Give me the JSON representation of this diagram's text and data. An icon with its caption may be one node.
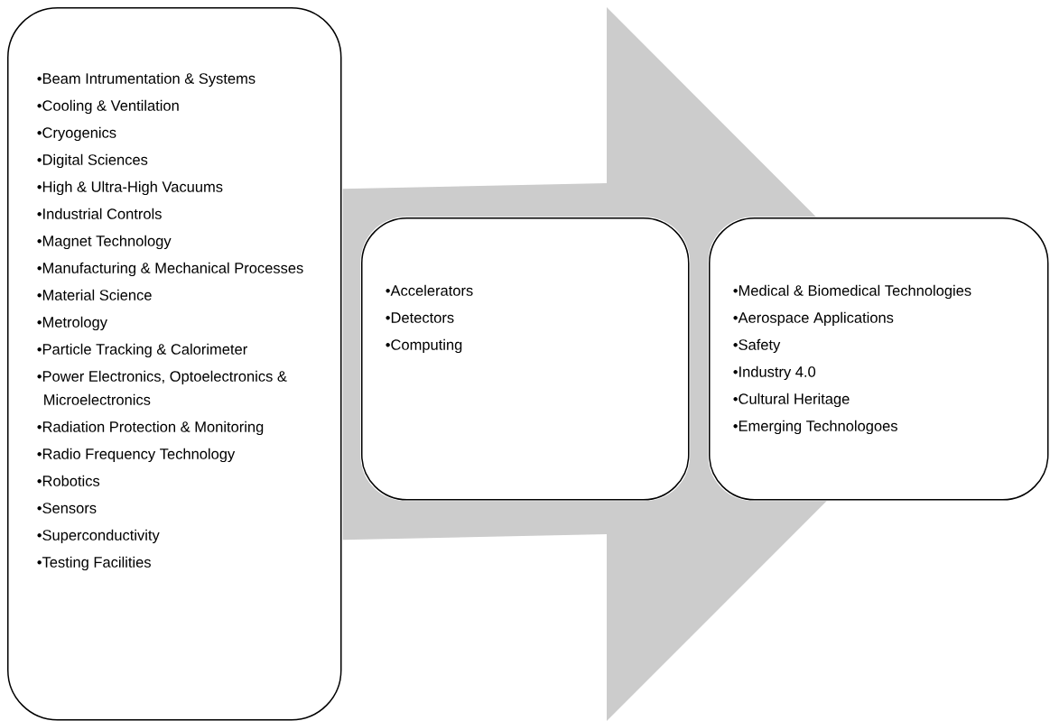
{
  "diagram": {
    "nodes": [
      {
        "text": [
          "•Beam Intrumentation & Systems",
          "•Cooling & Ventilation",
          "•Cryogenics",
          "•Digital Sciences",
          "•High & Ultra-High Vacuums",
          "•Industrial Controls",
          "•Magnet Technology",
          "•Manufacturing & Mechanical Processes",
          "•Material Science",
          "•Metrology",
          "•Particle Tracking & Calorimeter",
          "•Power Electronics, Optoelectronics & Microelectronics",
          "•Radiation Protection & Monitoring",
          "•Radio Frequency Technology",
          "•Robotics",
          "•Sensors",
          "•Superconductivity",
          "•Testing Facilities"
        ]
      },
      {
        "text": [
          "•Accelerators",
          "•Detectors",
          "•Computing"
        ]
      },
      {
        "text": [
          "•Medical & Biomedical Technologies",
          "•Aerospace Applications",
          "•Safety",
          "•Industry 4.0",
          "•Cultural Heritage",
          "•Emerging Technologoes"
        ]
      }
    ],
    "edges": [
      {
        "from": 0,
        "to": 2,
        "arrow": "to"
      }
    ]
  }
}
